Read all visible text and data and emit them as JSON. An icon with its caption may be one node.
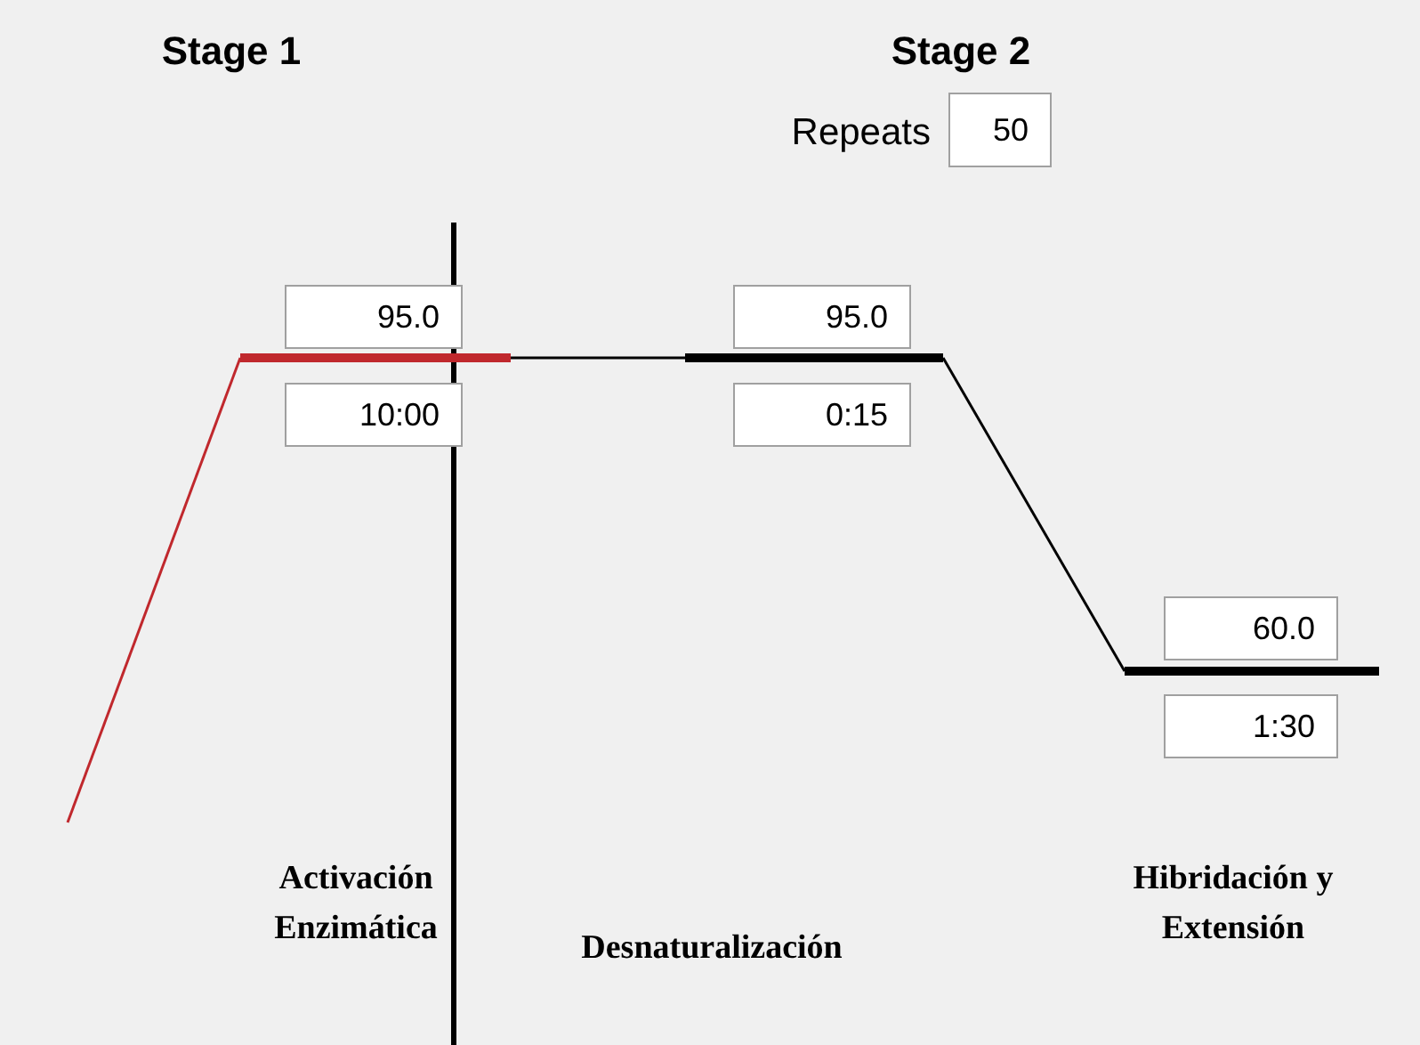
{
  "diagram": {
    "nodes": [
      {
        "text": [
          "50"
        ],
        "beside": [
          "Repeats"
        ]
      },
      {
        "text": [
          "95.0"
        ]
      },
      {
        "text": [
          "10:00"
        ]
      },
      {
        "text": [
          "95.0"
        ]
      },
      {
        "text": [
          "0:15"
        ]
      },
      {
        "text": [
          "60.0"
        ]
      },
      {
        "text": [
          "1:30"
        ]
      }
    ],
    "labels": [
      "Stage 1",
      "Stage 2",
      "Activación Enzimática",
      "Desnaturalización",
      "Hibridación y Extensión"
    ]
  }
}
